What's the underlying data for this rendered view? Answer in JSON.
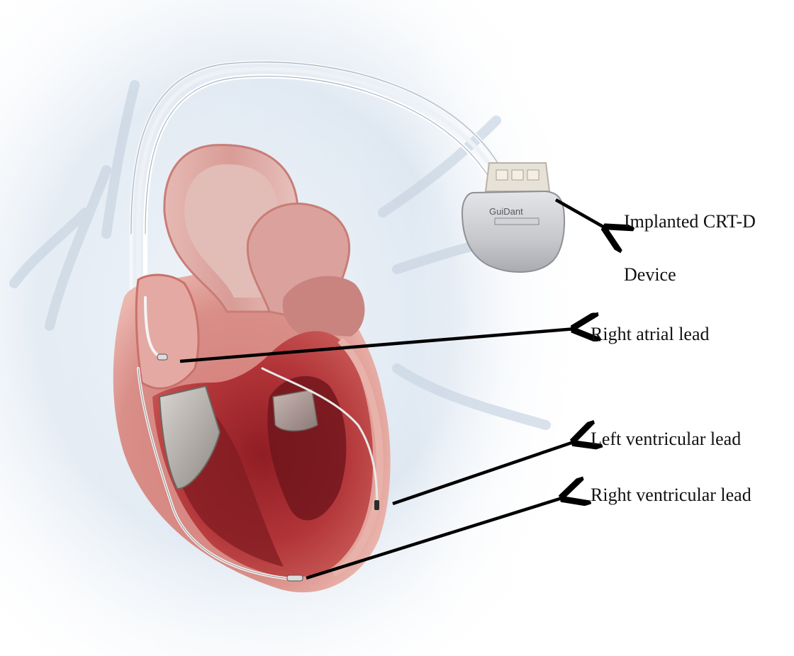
{
  "labels": {
    "device_line1": "Implanted CRT-D",
    "device_line2": "Device",
    "right_atrial": "Right atrial lead",
    "left_ventricular": "Left ventricular lead",
    "right_ventricular": "Right ventricular lead"
  },
  "device_brand_text": "GuiDant",
  "colors": {
    "background_tint": "#dfe8f2",
    "heart_outer": "#d88a86",
    "heart_muscle": "#b5363a",
    "heart_dark": "#7e1a20",
    "heart_pale": "#e9b8b0",
    "device_body": "#c9cacd",
    "lead_wire": "#eef0f4",
    "arrow": "#000000",
    "label_text": "#111111"
  }
}
